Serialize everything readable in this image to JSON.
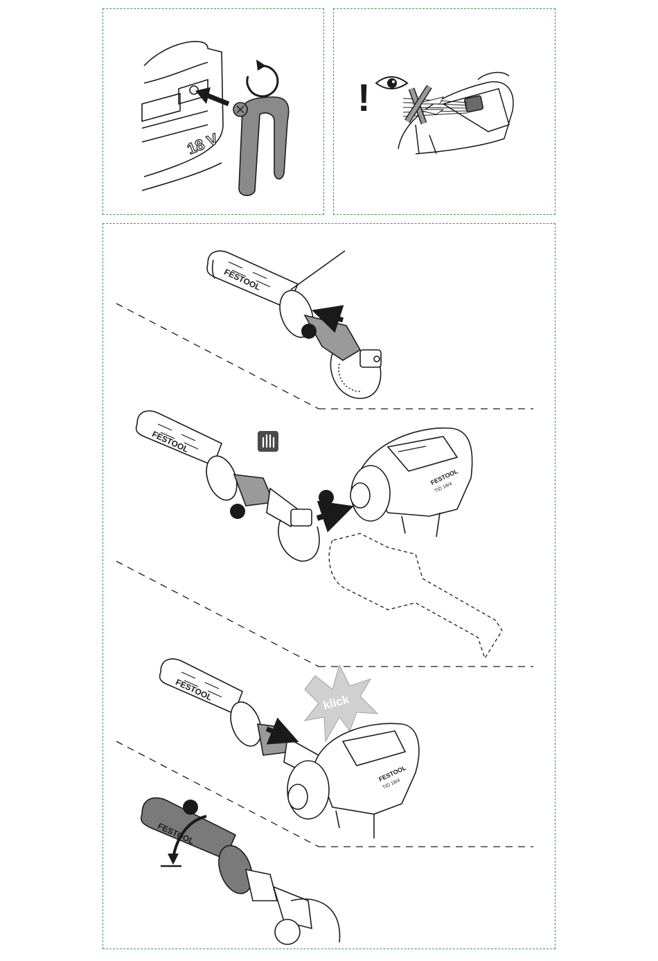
{
  "panels": {
    "battery": {
      "voltage_label": "18 V",
      "brand": "FESTOOL"
    },
    "warning": {
      "exclamation": "!"
    },
    "assembly": {
      "brand": "FESTOOL",
      "model": "TID 18/4",
      "click_label": "klick",
      "grip_marks": "•••"
    }
  },
  "colors": {
    "frame": "#3a9a4a",
    "line": "#1a1a1a",
    "grip_dark": "#7a7a7a",
    "grip_light": "#bfbfbf",
    "starburst": "#d0d0d0"
  },
  "icons": [
    "rotate-arrow-icon",
    "eye-icon",
    "hand-icon",
    "arrow-down-icon"
  ]
}
